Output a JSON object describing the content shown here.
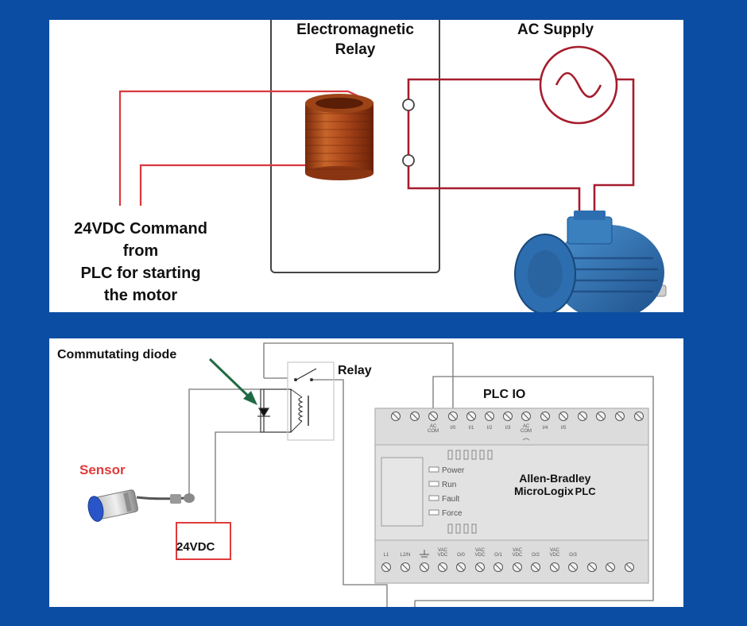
{
  "relay_diagram": {
    "relay_title_line1": "Electromagnetic",
    "relay_title_line2": "Relay",
    "ac_supply": "AC Supply",
    "command_line1": "24VDC Command",
    "command_line2": "from",
    "command_line3": "PLC for starting",
    "command_line4": "the motor",
    "colors": {
      "wire": "#d9393f",
      "ac_wire": "#a51d2d",
      "coil": "#b5541e",
      "motor": "#2a6fb0"
    }
  },
  "plc_diagram": {
    "diode_label": "Commutating diode",
    "relay_label": "Relay",
    "plc_io_label": "PLC IO",
    "sensor_label": "Sensor",
    "supply_label": "24VDC",
    "brand_line1": "Allen-Bradley",
    "brand_line2": "MicroLogix",
    "brand_line3": "PLC",
    "status_leds": [
      "Power",
      "Run",
      "Fault",
      "Force"
    ],
    "top_terminals": [
      "AC COM",
      "I/0",
      "I/1",
      "I/2",
      "I/3",
      "AC COM",
      "I/4",
      "I/5"
    ],
    "bottom_terminals": [
      "L1",
      "L2/N",
      "",
      "VAC VDC",
      "O/0",
      "VAC VDC",
      "O/1",
      "VAC VDC",
      "O/2",
      "VAC VDC",
      "O/3"
    ],
    "colors": {
      "sensor_text": "#e03b3b",
      "arrow": "#1e6b45",
      "supply_box": "#e03b3b",
      "plc_body": "#e2e2e2"
    }
  }
}
